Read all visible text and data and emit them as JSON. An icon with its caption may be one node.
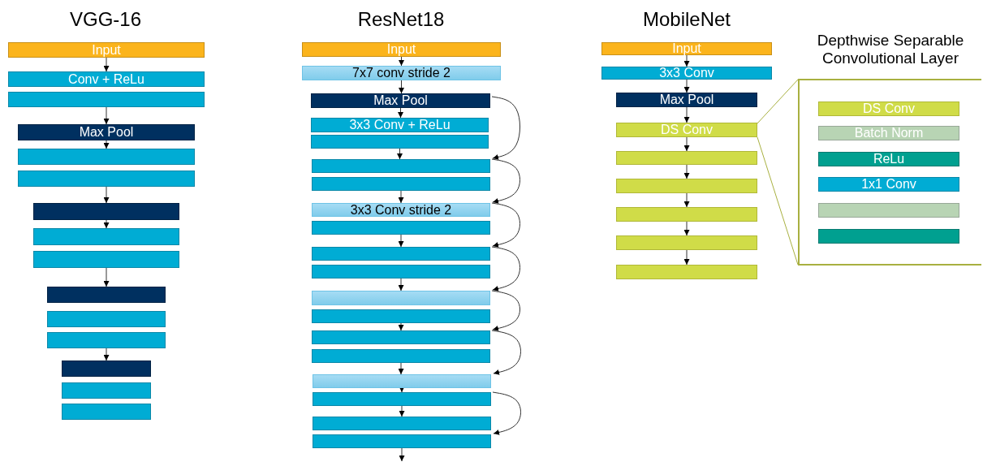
{
  "diagram": {
    "nodes": [
      {
        "text": [
          "Input"
        ]
      },
      {
        "text": [
          "Conv + ReLu"
        ]
      },
      {
        "text": [],
        "shape": "box"
      },
      {
        "text": [
          "Max Pool"
        ]
      },
      {
        "text": [],
        "shape": "box"
      },
      {
        "text": [],
        "shape": "box"
      },
      {
        "text": [],
        "shape": "box"
      },
      {
        "text": [],
        "shape": "box"
      },
      {
        "text": [],
        "shape": "box"
      },
      {
        "text": [],
        "shape": "box"
      },
      {
        "text": [],
        "shape": "box"
      },
      {
        "text": [],
        "shape": "box"
      },
      {
        "text": [],
        "shape": "box"
      },
      {
        "text": [],
        "shape": "box"
      },
      {
        "text": [],
        "shape": "box"
      },
      {
        "text": [
          "Input"
        ]
      },
      {
        "text": [
          "7x7 conv stride 2"
        ]
      },
      {
        "text": [
          "Max Pool"
        ]
      },
      {
        "text": [
          "3x3 Conv + ReLu"
        ]
      },
      {
        "text": [],
        "shape": "box"
      },
      {
        "text": [],
        "shape": "box"
      },
      {
        "text": [],
        "shape": "box"
      },
      {
        "text": [
          "3x3 Conv stride 2"
        ]
      },
      {
        "text": [],
        "shape": "box"
      },
      {
        "text": [],
        "shape": "box"
      },
      {
        "text": [],
        "shape": "box"
      },
      {
        "text": [],
        "shape": "box"
      },
      {
        "text": [],
        "shape": "box"
      },
      {
        "text": [],
        "shape": "box"
      },
      {
        "text": [],
        "shape": "box"
      },
      {
        "text": [],
        "shape": "box"
      },
      {
        "text": [],
        "shape": "box"
      },
      {
        "text": [],
        "shape": "box"
      },
      {
        "text": [],
        "shape": "box"
      },
      {
        "text": [
          "Input"
        ]
      },
      {
        "text": [
          "3x3 Conv"
        ]
      },
      {
        "text": [
          "Max Pool"
        ]
      },
      {
        "text": [
          "DS Conv"
        ]
      },
      {
        "text": [],
        "shape": "box"
      },
      {
        "text": [],
        "shape": "box"
      },
      {
        "text": [],
        "shape": "box"
      },
      {
        "text": [],
        "shape": "box"
      },
      {
        "text": [],
        "shape": "box"
      },
      {
        "text": [
          "Depthwise Separable Convolutional Layer"
        ]
      },
      {
        "text": [
          "DS Conv"
        ],
        "in": 43
      },
      {
        "text": [
          "Batch Norm"
        ],
        "in": 43
      },
      {
        "text": [
          "ReLu"
        ],
        "in": 43
      },
      {
        "text": [
          "1x1 Conv"
        ],
        "in": 43
      },
      {
        "text": [],
        "shape": "box",
        "in": 43
      },
      {
        "text": [],
        "shape": "box",
        "in": 43
      }
    ],
    "edges": [
      {
        "from": 0,
        "to": 1,
        "arrow": "to"
      },
      {
        "from": 2,
        "to": 3,
        "arrow": "to"
      },
      {
        "from": 3,
        "to": 4,
        "arrow": "to"
      },
      {
        "from": 5,
        "to": 6,
        "arrow": "to"
      },
      {
        "from": 6,
        "to": 7,
        "arrow": "to"
      },
      {
        "from": 8,
        "to": 9,
        "arrow": "to"
      },
      {
        "from": 11,
        "to": 12,
        "arrow": "to"
      },
      {
        "from": 15,
        "to": 16,
        "arrow": "to"
      },
      {
        "from": 16,
        "to": 17,
        "arrow": "to"
      },
      {
        "from": 17,
        "to": 18,
        "arrow": "to"
      },
      {
        "from": 19,
        "to": 20,
        "arrow": "to"
      },
      {
        "from": 21,
        "to": 22,
        "arrow": "to"
      },
      {
        "from": 23,
        "to": 24,
        "arrow": "to"
      },
      {
        "from": 25,
        "to": 26,
        "arrow": "to"
      },
      {
        "from": 27,
        "to": 28,
        "arrow": "to"
      },
      {
        "from": 29,
        "to": 30,
        "arrow": "to"
      },
      {
        "from": 31,
        "to": 32,
        "arrow": "to"
      },
      {
        "from": 33,
        "to": null,
        "arrow": "to"
      },
      {
        "from": 17,
        "to": 20,
        "arrow": "to"
      },
      {
        "from": 20,
        "to": 22,
        "arrow": "to"
      },
      {
        "from": 22,
        "to": 24,
        "arrow": "to"
      },
      {
        "from": 24,
        "to": 26,
        "arrow": "to"
      },
      {
        "from": 26,
        "to": 28,
        "arrow": "to"
      },
      {
        "from": 28,
        "to": 30,
        "arrow": "to"
      },
      {
        "from": 30,
        "to": 31,
        "arrow": "to"
      },
      {
        "from": 31,
        "to": 33,
        "arrow": "to"
      },
      {
        "from": 34,
        "to": 35,
        "arrow": "to"
      },
      {
        "from": 35,
        "to": 36,
        "arrow": "to"
      },
      {
        "from": 36,
        "to": 37,
        "arrow": "to"
      },
      {
        "from": 37,
        "to": 38,
        "arrow": "to"
      },
      {
        "from": 38,
        "to": 39,
        "arrow": "to"
      },
      {
        "from": 39,
        "to": 40,
        "arrow": "to"
      },
      {
        "from": 40,
        "to": 41,
        "arrow": "to"
      },
      {
        "from": 41,
        "to": 42,
        "arrow": "to"
      },
      {
        "from": 37,
        "to": 43,
        "arrow": "none",
        "color": "#a8b040"
      },
      {
        "from": 37,
        "to": 43,
        "arrow": "none",
        "color": "#a8b040"
      }
    ],
    "labels": [
      "VGG-16",
      "ResNet18",
      "MobileNet"
    ]
  }
}
